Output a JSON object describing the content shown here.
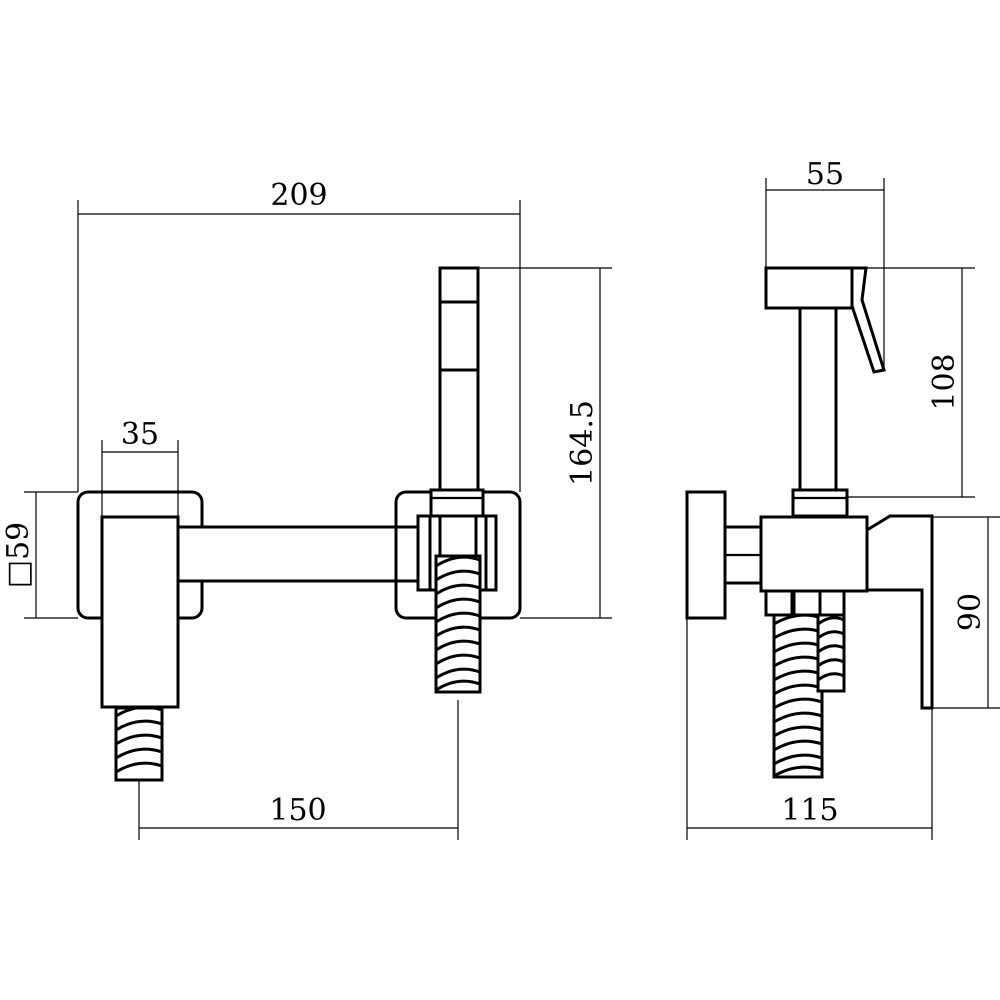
{
  "front_view": {
    "dim_overall_width": "209",
    "dim_block_width": "35",
    "dim_plate_square": "□59",
    "dim_total_height": "164.5",
    "dim_hose_spacing": "150"
  },
  "side_view": {
    "dim_sprayer_width": "55",
    "dim_sprayer_height": "108",
    "dim_valve_height": "90",
    "dim_total_depth": "115"
  }
}
